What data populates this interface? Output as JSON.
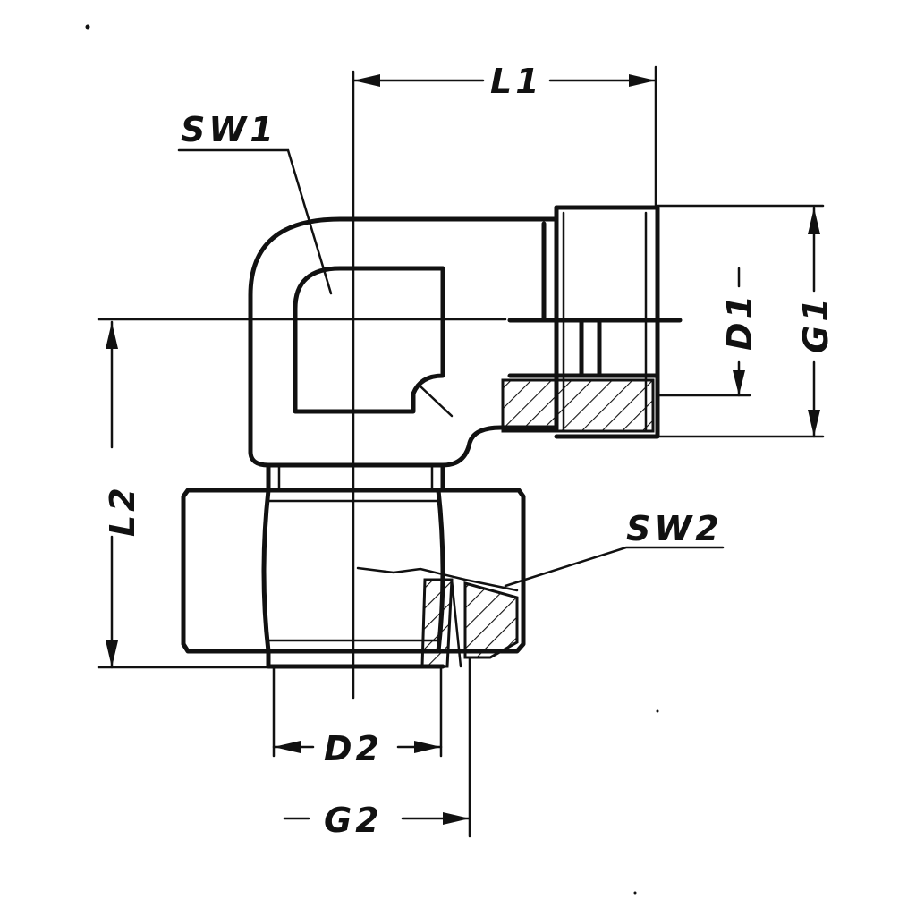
{
  "labels": {
    "l1": "L1",
    "l2": "L2",
    "sw1": "SW1",
    "sw2": "SW2",
    "d1": "D1",
    "g1": "G1",
    "d2": "D2",
    "g2": "G2"
  },
  "colors": {
    "ink": "#111111",
    "paper": "#ffffff"
  }
}
